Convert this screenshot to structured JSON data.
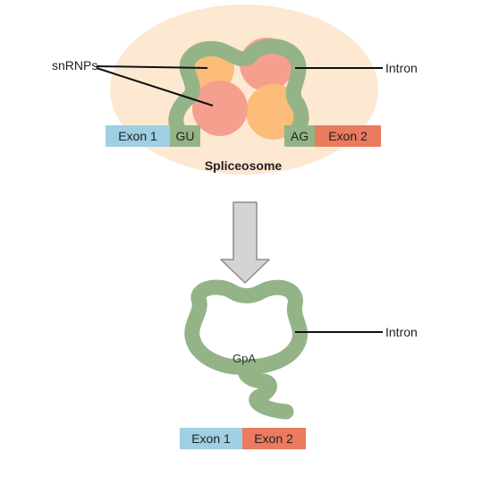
{
  "labels": {
    "snrnps": "snRNPs",
    "intron_top": "Intron",
    "intron_bottom": "Intron",
    "spliceosome": "Spliceosome",
    "gu": "GU",
    "ag": "AG",
    "gpa": "GpA",
    "exon1_top": "Exon 1",
    "exon2_top": "Exon 2",
    "exon1_bottom": "Exon 1",
    "exon2_bottom": "Exon 2"
  },
  "colors": {
    "spliceosome_fill": "#fde8d2",
    "snrnp_orange": "#fbbd79",
    "snrnp_salmon": "#f5a08e",
    "intron_green": "#94b488",
    "exon1_blue": "#9ecfe3",
    "exon2_red": "#ea7b5e",
    "arrow_gray": "#d4d4d4"
  }
}
